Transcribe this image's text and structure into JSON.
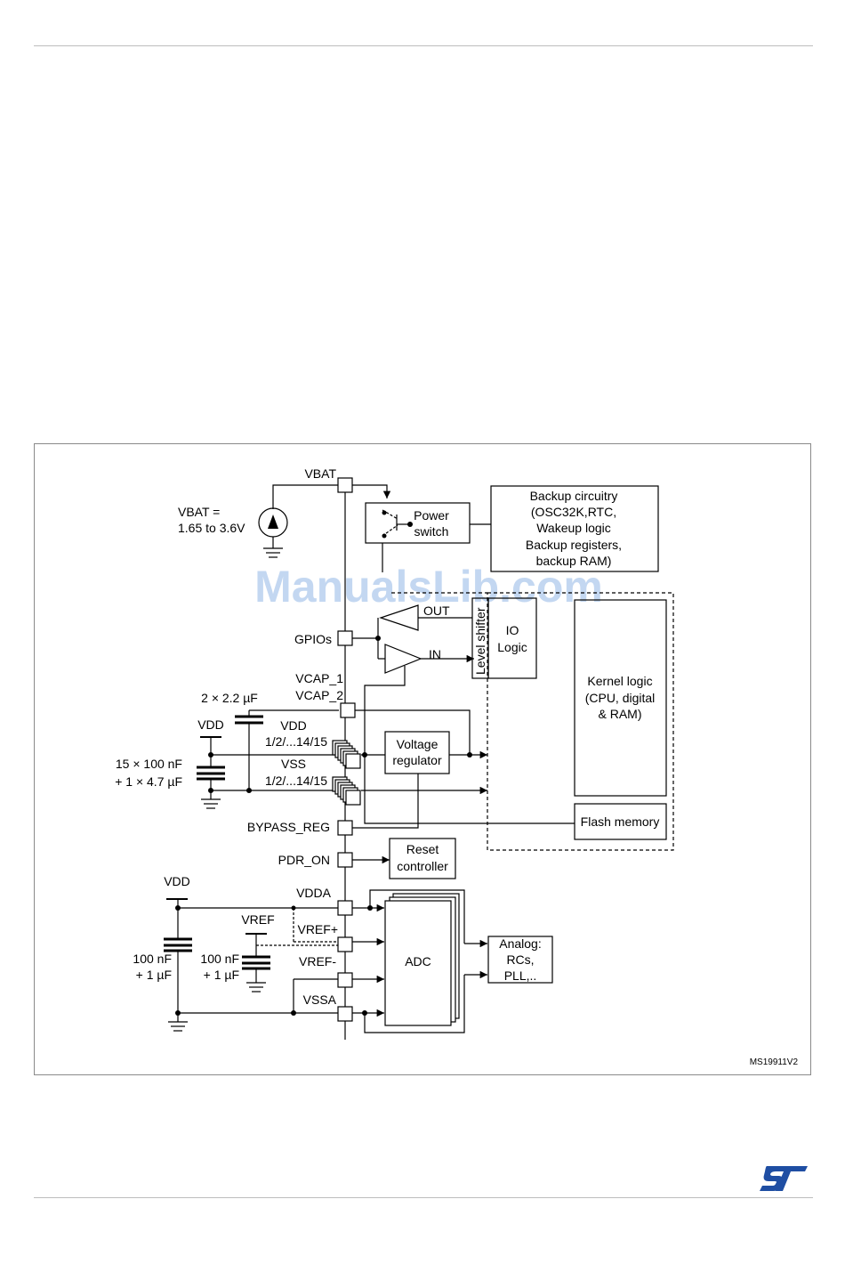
{
  "diagram": {
    "pins": {
      "vbat": "VBAT",
      "gpios": "GPIOs",
      "vcap1": "VCAP_1",
      "vcap2": "VCAP_2",
      "vdd": "VDD",
      "vdd_range": "1/2/...14/15",
      "vss": "VSS",
      "vss_range": "1/2/...14/15",
      "bypass_reg": "BYPASS_REG",
      "pdr_on": "PDR_ON",
      "vdda": "VDDA",
      "vref_plus": "VREF+",
      "vref_minus": "VREF-",
      "vssa": "VSSA"
    },
    "blocks": {
      "power_switch": [
        "Power",
        "switch"
      ],
      "backup_circuitry": [
        "Backup circuitry",
        "(OSC32K,RTC,",
        "Wakeup logic",
        "Backup registers,",
        "backup RAM)"
      ],
      "level_shifter": "Level shifter",
      "io_logic": [
        "IO",
        "Logic"
      ],
      "kernel_logic": [
        "Kernel logic",
        "(CPU, digital",
        "& RAM)"
      ],
      "voltage_regulator": [
        "Voltage",
        "regulator"
      ],
      "flash_memory": "Flash memory",
      "reset_controller": [
        "Reset",
        "controller"
      ],
      "adc": "ADC",
      "analog": [
        "Analog:",
        "RCs,",
        "PLL,.."
      ]
    },
    "signals": {
      "out": "OUT",
      "in": "IN"
    },
    "external": {
      "vbat_source": [
        "VBAT =",
        "1.65 to 3.6V"
      ],
      "vcap_caps": "2 × 2.2 µF",
      "vdd_supply": "VDD",
      "decoupling": [
        "15 × 100 nF",
        "+ 1 × 4.7 µF"
      ],
      "vdda_supply": "VDD",
      "vdda_caps": [
        "100 nF",
        "+ 1 µF"
      ],
      "vref_supply": "VREF",
      "vref_caps": [
        "100 nF",
        "+ 1 µF"
      ]
    },
    "figure_id": "MS19911V2"
  },
  "watermark": "ManualsLib.com",
  "colors": {
    "logo": "#1f4ea3",
    "watermark": "#6f9fdd",
    "rule": "#bdbdbd"
  }
}
